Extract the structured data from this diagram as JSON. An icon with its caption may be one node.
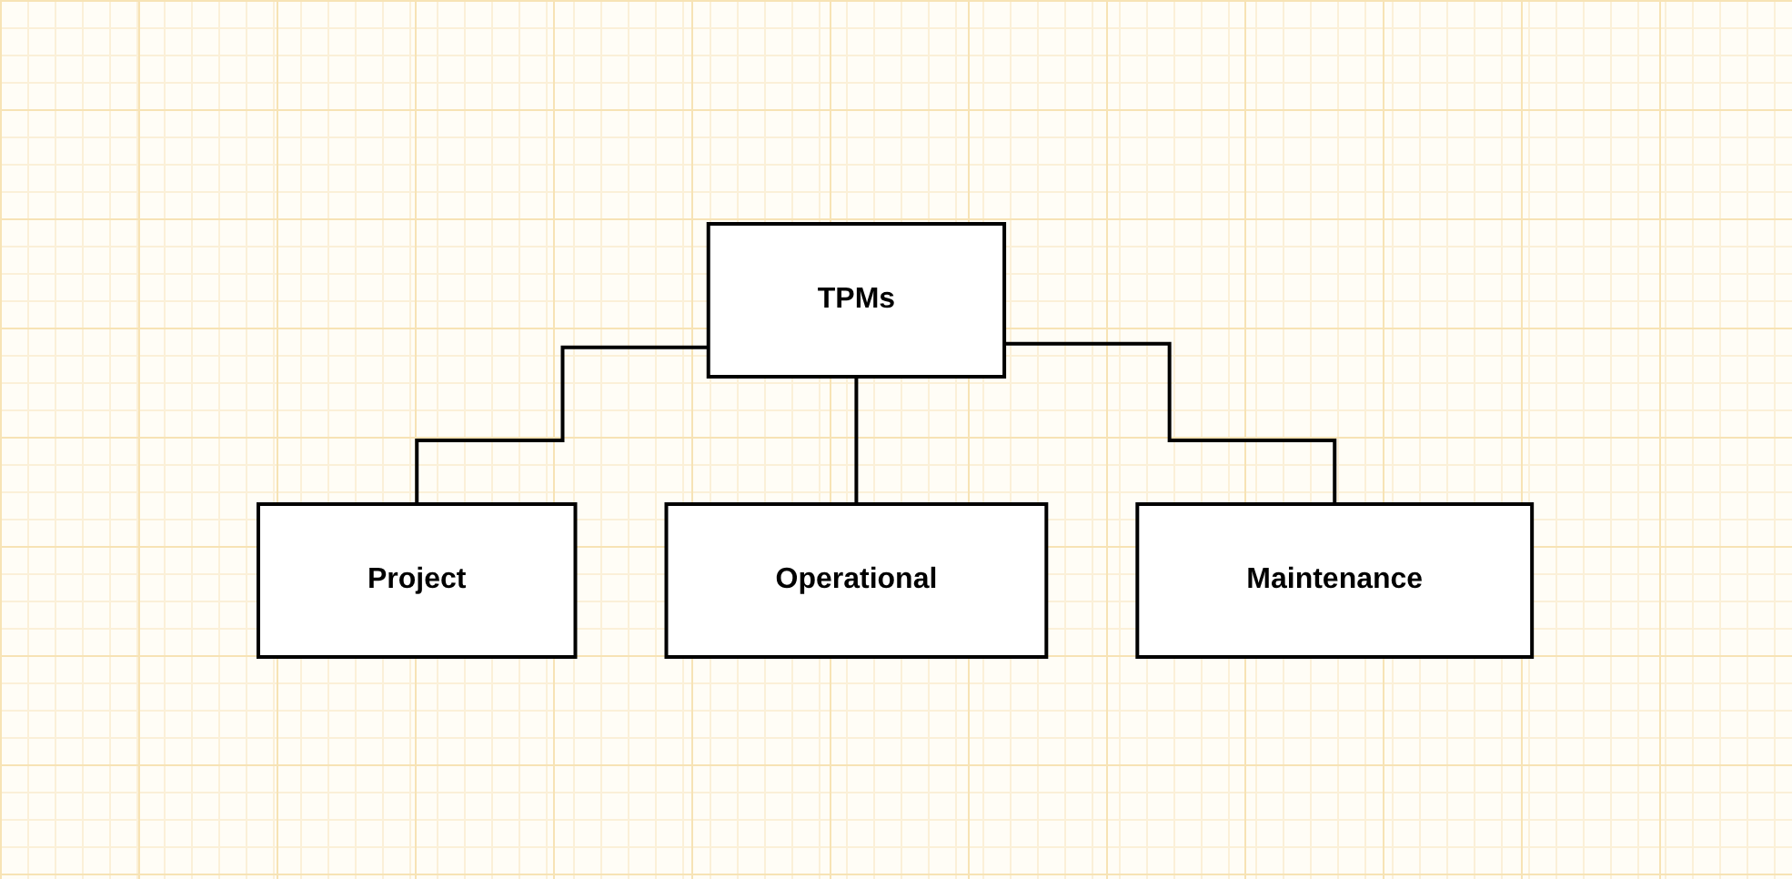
{
  "diagram": {
    "nodes": [
      {
        "text": [
          "TPMs"
        ]
      },
      {
        "text": [
          "Project"
        ]
      },
      {
        "text": [
          "Operational"
        ]
      },
      {
        "text": [
          "Maintenance"
        ]
      }
    ],
    "edges": [
      {
        "from": 0,
        "to": 1,
        "arrow": "none"
      },
      {
        "from": 0,
        "to": 2,
        "arrow": "none"
      },
      {
        "from": 0,
        "to": 3,
        "arrow": "none"
      }
    ]
  }
}
